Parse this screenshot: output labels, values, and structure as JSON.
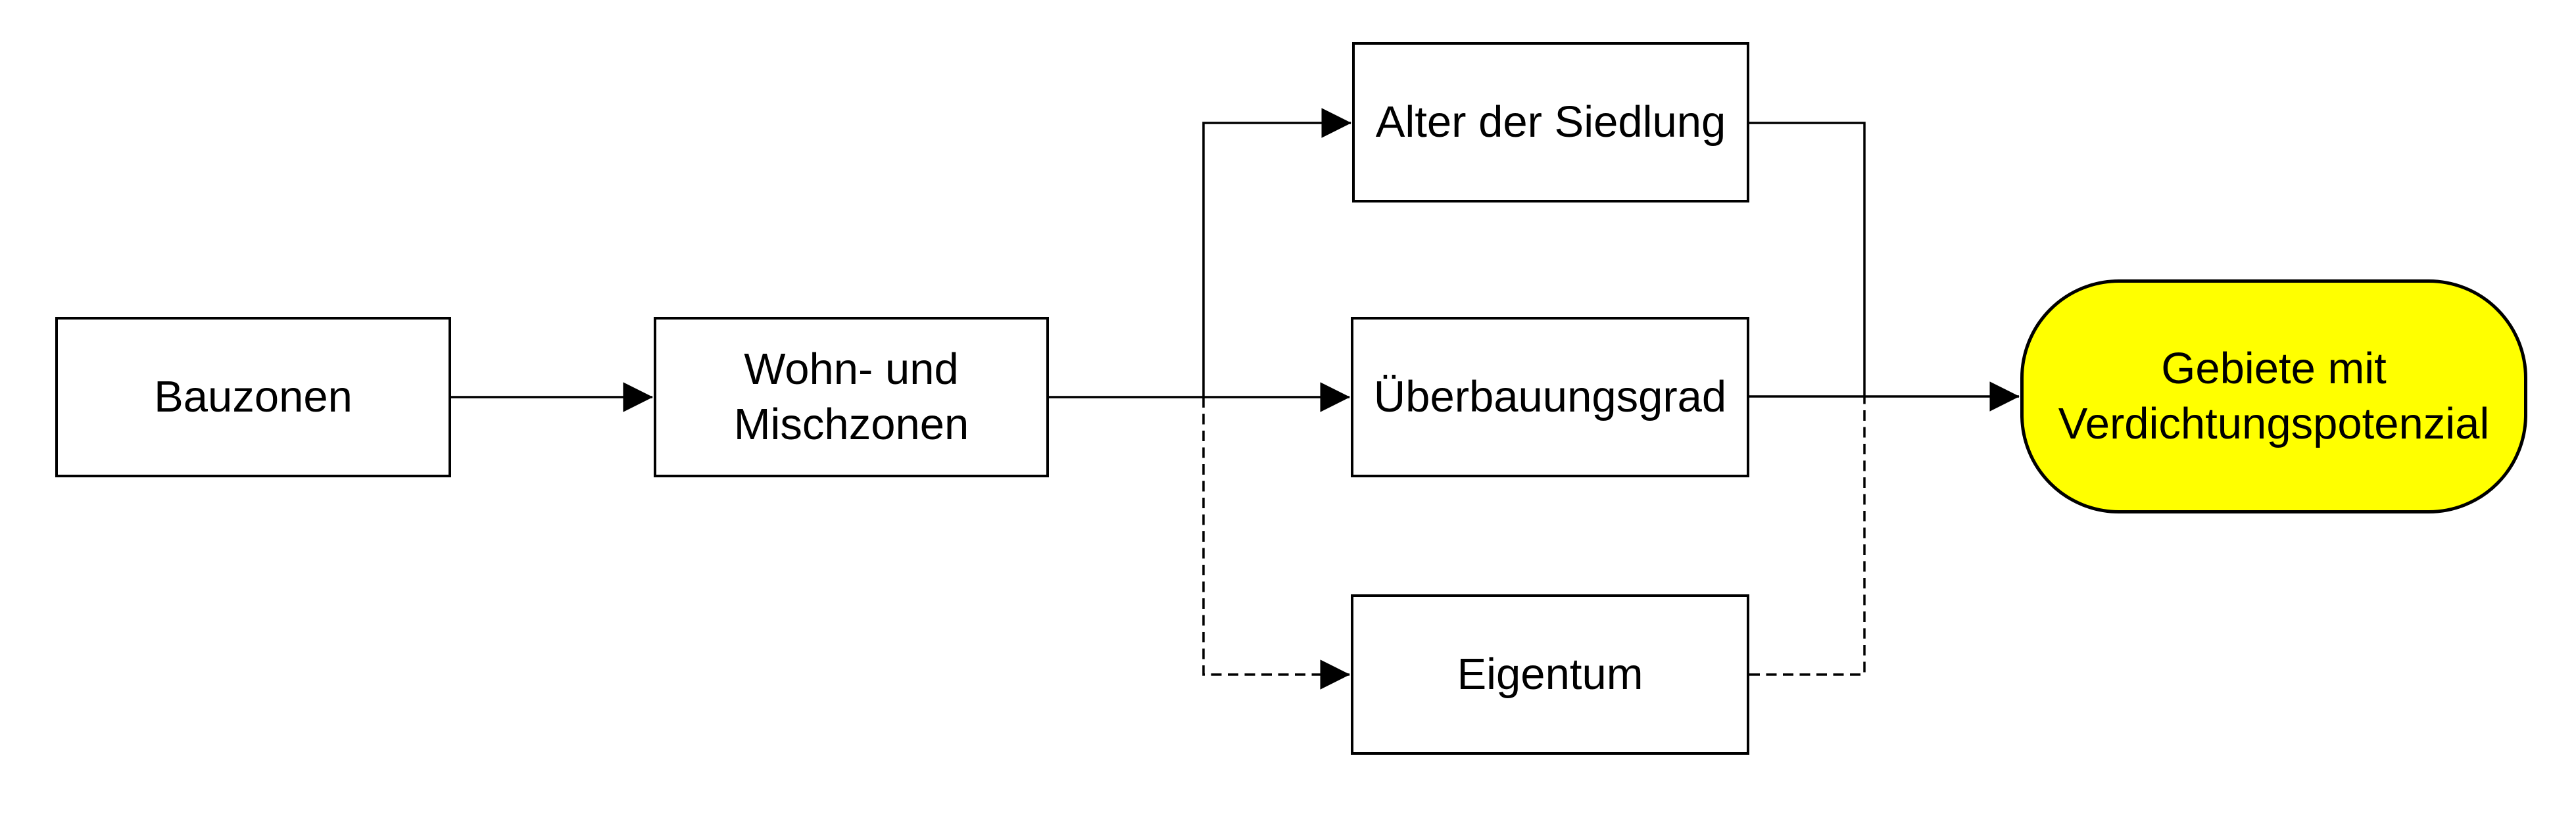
{
  "colors": {
    "background": "#ffffff",
    "line": "#000000",
    "node_fill": "#ffffff",
    "highlight_fill": "#ffff00",
    "text": "#000000"
  },
  "nodes": {
    "bauzonen": {
      "label": "Bauzonen"
    },
    "wohn_mischzonen": {
      "line1": "Wohn- und",
      "line2": "Mischzonen"
    },
    "alter_der_siedlung": {
      "label": "Alter der Siedlung"
    },
    "ueberbauungsgrad": {
      "label": "Überbauungsgrad"
    },
    "eigentum": {
      "label": "Eigentum"
    },
    "gebiete_verdichtungspotenzial": {
      "line1": "Gebiete mit",
      "line2": "Verdichtungspotenzial"
    }
  },
  "edges": [
    {
      "from": "bauzonen",
      "to": "wohn_mischzonen",
      "style": "solid",
      "arrow": true
    },
    {
      "from": "wohn_mischzonen",
      "to": "ueberbauungsgrad",
      "style": "solid",
      "arrow": true
    },
    {
      "from": "wohn_mischzonen",
      "to": "alter_der_siedlung",
      "style": "solid",
      "arrow": true
    },
    {
      "from": "wohn_mischzonen",
      "to": "eigentum",
      "style": "dashed",
      "arrow": true
    },
    {
      "from": "alter_der_siedlung",
      "to": "gebiete_verdichtungspotenzial",
      "style": "solid",
      "arrow": false
    },
    {
      "from": "eigentum",
      "to": "gebiete_verdichtungspotenzial",
      "style": "dashed",
      "arrow": false
    },
    {
      "from": "ueberbauungsgrad",
      "to": "gebiete_verdichtungspotenzial",
      "style": "solid",
      "arrow": true
    }
  ]
}
